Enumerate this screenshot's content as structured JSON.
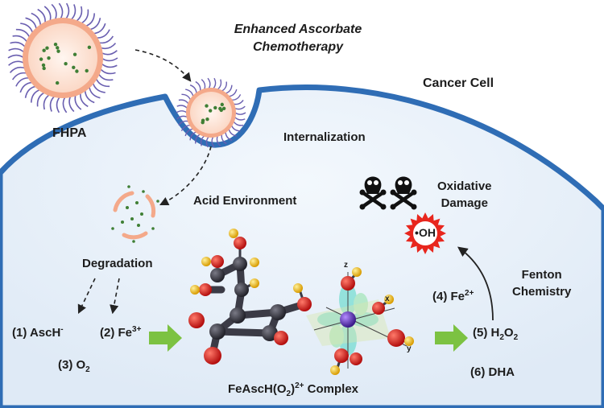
{
  "title": {
    "line1": "Enhanced Ascorbate",
    "line2": "Chemotherapy"
  },
  "labels": {
    "cancer_cell": "Cancer Cell",
    "fhpa": "FHPA",
    "internalization": "Internalization",
    "acid_environment": "Acid Environment",
    "degradation": "Degradation",
    "oxidative_line1": "Oxidative",
    "oxidative_line2": "Damage",
    "hydroxyl_radical": "•OH",
    "fenton_line1": "Fenton",
    "fenton_line2": "Chemistry"
  },
  "products": {
    "asch": {
      "prefix": "(1) AscH",
      "sup": "-"
    },
    "fe3": {
      "prefix": "(2) Fe",
      "sup": "3+"
    },
    "o2": {
      "prefix": "(3) O",
      "sub": "2"
    },
    "fe2": {
      "prefix": "(4) Fe",
      "sup": "2+"
    },
    "h2o2": {
      "prefix": "(5) H",
      "sub1": "2",
      "mid": "O",
      "sub2": "2"
    },
    "dha": {
      "text": "(6) DHA"
    }
  },
  "complex": {
    "prefix": "FeAscH(O",
    "sub": "2",
    "mid": ")",
    "sup": "2+",
    "suffix": " Complex"
  },
  "axes": {
    "z": "z",
    "x": "x",
    "y": "y"
  },
  "colors": {
    "membrane": "#2f6db5",
    "cell_fill": "#e8f2fb",
    "polymer": "#6a5fb0",
    "shell": "#f4a98a",
    "core": "#fde6da",
    "dot": "#3f7f35",
    "green_arrow": "#7cc242",
    "ring_dark": "#3b3b46",
    "oxygen": "#e01b1b",
    "hydrogen": "#f2c12e",
    "iron": "#6a3fc9",
    "burst": "#e8261d"
  }
}
